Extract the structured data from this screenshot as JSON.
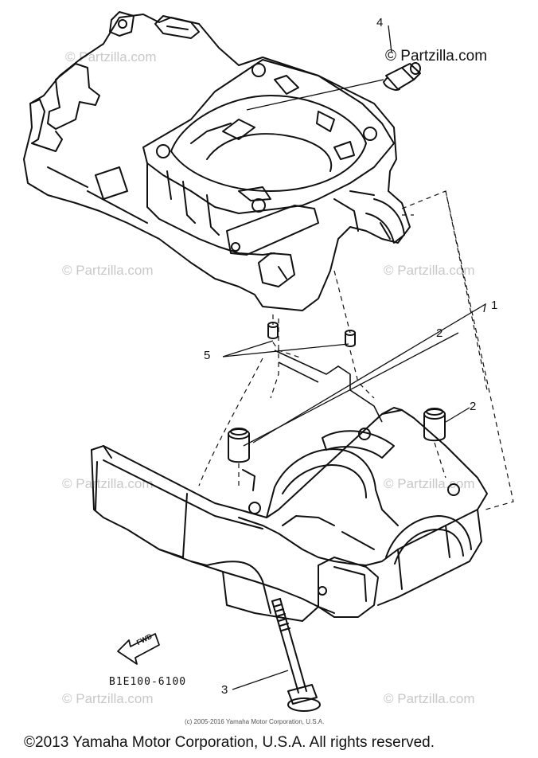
{
  "watermark": {
    "brand": "© Partzilla.com",
    "top_brand": "© Partzilla.com"
  },
  "callouts": {
    "c1": "1",
    "c2a": "2",
    "c2b": "2",
    "c3": "3",
    "c4": "4",
    "c5": "5"
  },
  "fwd_label": "FWD",
  "part_code": "B1E100-6100",
  "small_copyright": "(c) 2005-2016 Yamaha Motor Corporation, U.S.A.",
  "footer_copyright": "©2013 Yamaha Motor Corporation, U.S.A. All rights reserved.",
  "colors": {
    "ink": "#111111",
    "watermark": "#c8c8c8"
  }
}
